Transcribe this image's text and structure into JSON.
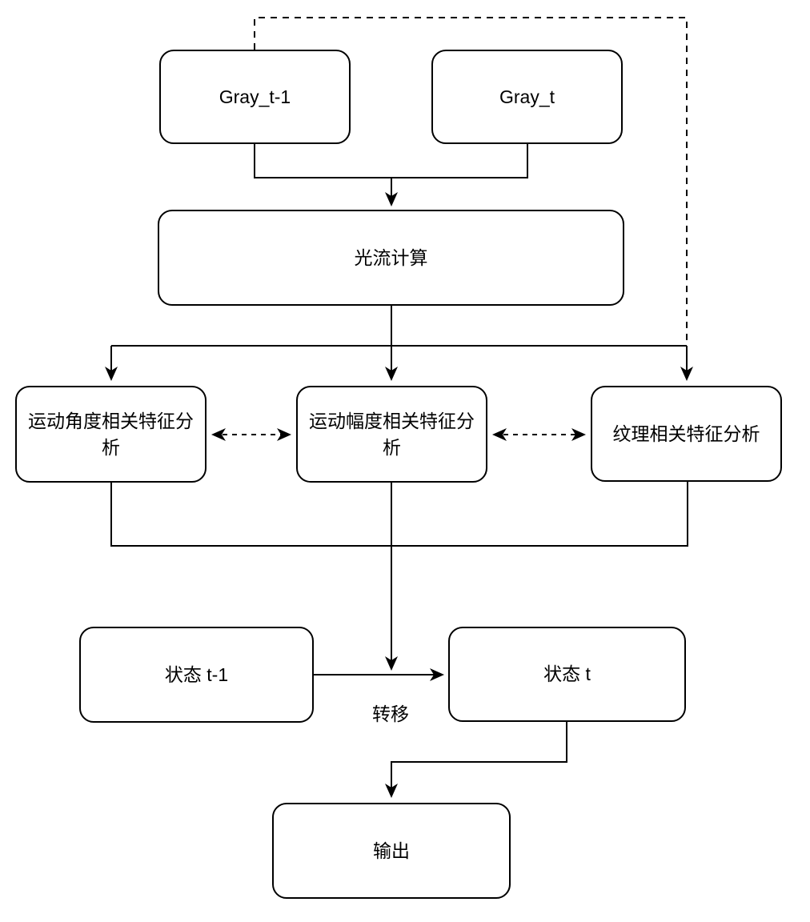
{
  "diagram": {
    "background_color": "#ffffff",
    "stroke_color": "#000000",
    "node_fill_color": "#ffffff",
    "nodes": {
      "gray_t_minus_1": {
        "label": "Gray_t-1"
      },
      "gray_t": {
        "label": "Gray_t"
      },
      "optical_flow": {
        "label": "光流计算"
      },
      "motion_angle": {
        "label": "运动角度相关特征分析"
      },
      "motion_magnitude": {
        "label": "运动幅度相关特征分析"
      },
      "texture": {
        "label": "纹理相关特征分析"
      },
      "state_t_minus_1": {
        "label": "状态 t-1"
      },
      "state_t": {
        "label": "状态 t"
      },
      "output": {
        "label": "输出"
      }
    },
    "edge_labels": {
      "transfer": "转移"
    }
  }
}
